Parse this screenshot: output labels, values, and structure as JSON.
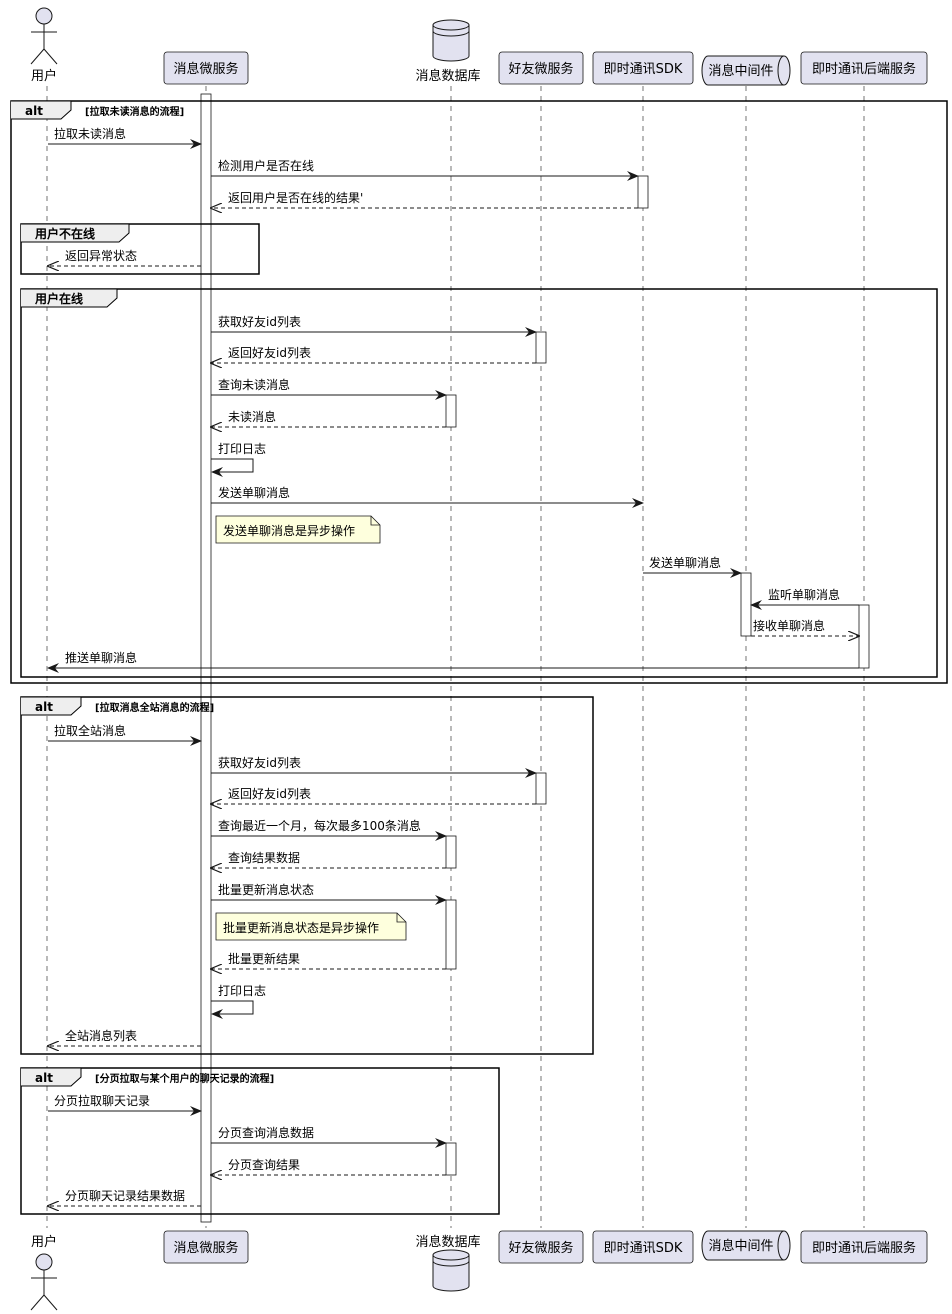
{
  "colors": {
    "participant_fill": "#E2E2F0",
    "participant_stroke": "#181818",
    "note_fill": "#FEFFDD",
    "frame_stroke": "#000000",
    "lifeline": "#181818",
    "activation_fill": "#FFFFFF"
  },
  "participants": [
    {
      "id": "user",
      "label": "用户",
      "shape": "actor"
    },
    {
      "id": "msgsvc",
      "label": "消息微服务",
      "shape": "box"
    },
    {
      "id": "db",
      "label": "消息数据库",
      "shape": "database"
    },
    {
      "id": "friend",
      "label": "好友微服务",
      "shape": "box"
    },
    {
      "id": "imsdk",
      "label": "即时通讯SDK",
      "shape": "box"
    },
    {
      "id": "mq",
      "label": "消息中间件",
      "shape": "queue"
    },
    {
      "id": "imbackend",
      "label": "即时通讯后端服务",
      "shape": "box"
    }
  ],
  "frames": [
    {
      "kind": "alt",
      "title": "alt",
      "condition": "[拉取未读消息的流程]"
    },
    {
      "kind": "group",
      "title": "用户不在线"
    },
    {
      "kind": "group",
      "title": "用户在线"
    },
    {
      "kind": "alt",
      "title": "alt",
      "condition": "[拉取消息全站消息的流程]"
    },
    {
      "kind": "alt",
      "title": "alt",
      "condition": "[分页拉取与某个用户的聊天记录的流程]"
    }
  ],
  "messages": [
    {
      "from": "user",
      "to": "msgsvc",
      "label": "拉取未读消息",
      "style": "solid"
    },
    {
      "from": "msgsvc",
      "to": "imsdk",
      "label": "检测用户是否在线",
      "style": "solid"
    },
    {
      "from": "imsdk",
      "to": "msgsvc",
      "label": "返回用户是否在线的结果'",
      "style": "dashed"
    },
    {
      "from": "msgsvc",
      "to": "user",
      "label": "返回异常状态",
      "style": "dashed"
    },
    {
      "from": "msgsvc",
      "to": "friend",
      "label": "获取好友id列表",
      "style": "solid"
    },
    {
      "from": "friend",
      "to": "msgsvc",
      "label": "返回好友id列表",
      "style": "dashed"
    },
    {
      "from": "msgsvc",
      "to": "db",
      "label": "查询未读消息",
      "style": "solid"
    },
    {
      "from": "db",
      "to": "msgsvc",
      "label": "未读消息",
      "style": "dashed"
    },
    {
      "from": "msgsvc",
      "to": "msgsvc",
      "label": "打印日志",
      "style": "solid"
    },
    {
      "from": "msgsvc",
      "to": "imsdk",
      "label": "发送单聊消息",
      "style": "solid"
    },
    {
      "from": "imsdk",
      "to": "mq",
      "label": "发送单聊消息",
      "style": "solid"
    },
    {
      "from": "imbackend",
      "to": "mq",
      "label": "监听单聊消息",
      "style": "solid"
    },
    {
      "from": "mq",
      "to": "imbackend",
      "label": "接收单聊消息",
      "style": "dashed"
    },
    {
      "from": "imbackend",
      "to": "user",
      "label": "推送单聊消息",
      "style": "solid"
    },
    {
      "from": "user",
      "to": "msgsvc",
      "label": "拉取全站消息",
      "style": "solid"
    },
    {
      "from": "msgsvc",
      "to": "friend",
      "label": "获取好友id列表",
      "style": "solid"
    },
    {
      "from": "friend",
      "to": "msgsvc",
      "label": "返回好友id列表",
      "style": "dashed"
    },
    {
      "from": "msgsvc",
      "to": "db",
      "label": "查询最近一个月，每次最多100条消息",
      "style": "solid"
    },
    {
      "from": "db",
      "to": "msgsvc",
      "label": "查询结果数据",
      "style": "dashed"
    },
    {
      "from": "msgsvc",
      "to": "db",
      "label": "批量更新消息状态",
      "style": "solid"
    },
    {
      "from": "db",
      "to": "msgsvc",
      "label": "批量更新结果",
      "style": "dashed"
    },
    {
      "from": "msgsvc",
      "to": "msgsvc",
      "label": "打印日志",
      "style": "solid"
    },
    {
      "from": "msgsvc",
      "to": "user",
      "label": "全站消息列表",
      "style": "dashed"
    },
    {
      "from": "user",
      "to": "msgsvc",
      "label": "分页拉取聊天记录",
      "style": "solid"
    },
    {
      "from": "msgsvc",
      "to": "db",
      "label": "分页查询消息数据",
      "style": "solid"
    },
    {
      "from": "db",
      "to": "msgsvc",
      "label": "分页查询结果",
      "style": "dashed"
    },
    {
      "from": "msgsvc",
      "to": "user",
      "label": "分页聊天记录结果数据",
      "style": "dashed"
    }
  ],
  "notes": [
    {
      "text": "发送单聊消息是异步操作"
    },
    {
      "text": "批量更新消息状态是异步操作"
    }
  ]
}
